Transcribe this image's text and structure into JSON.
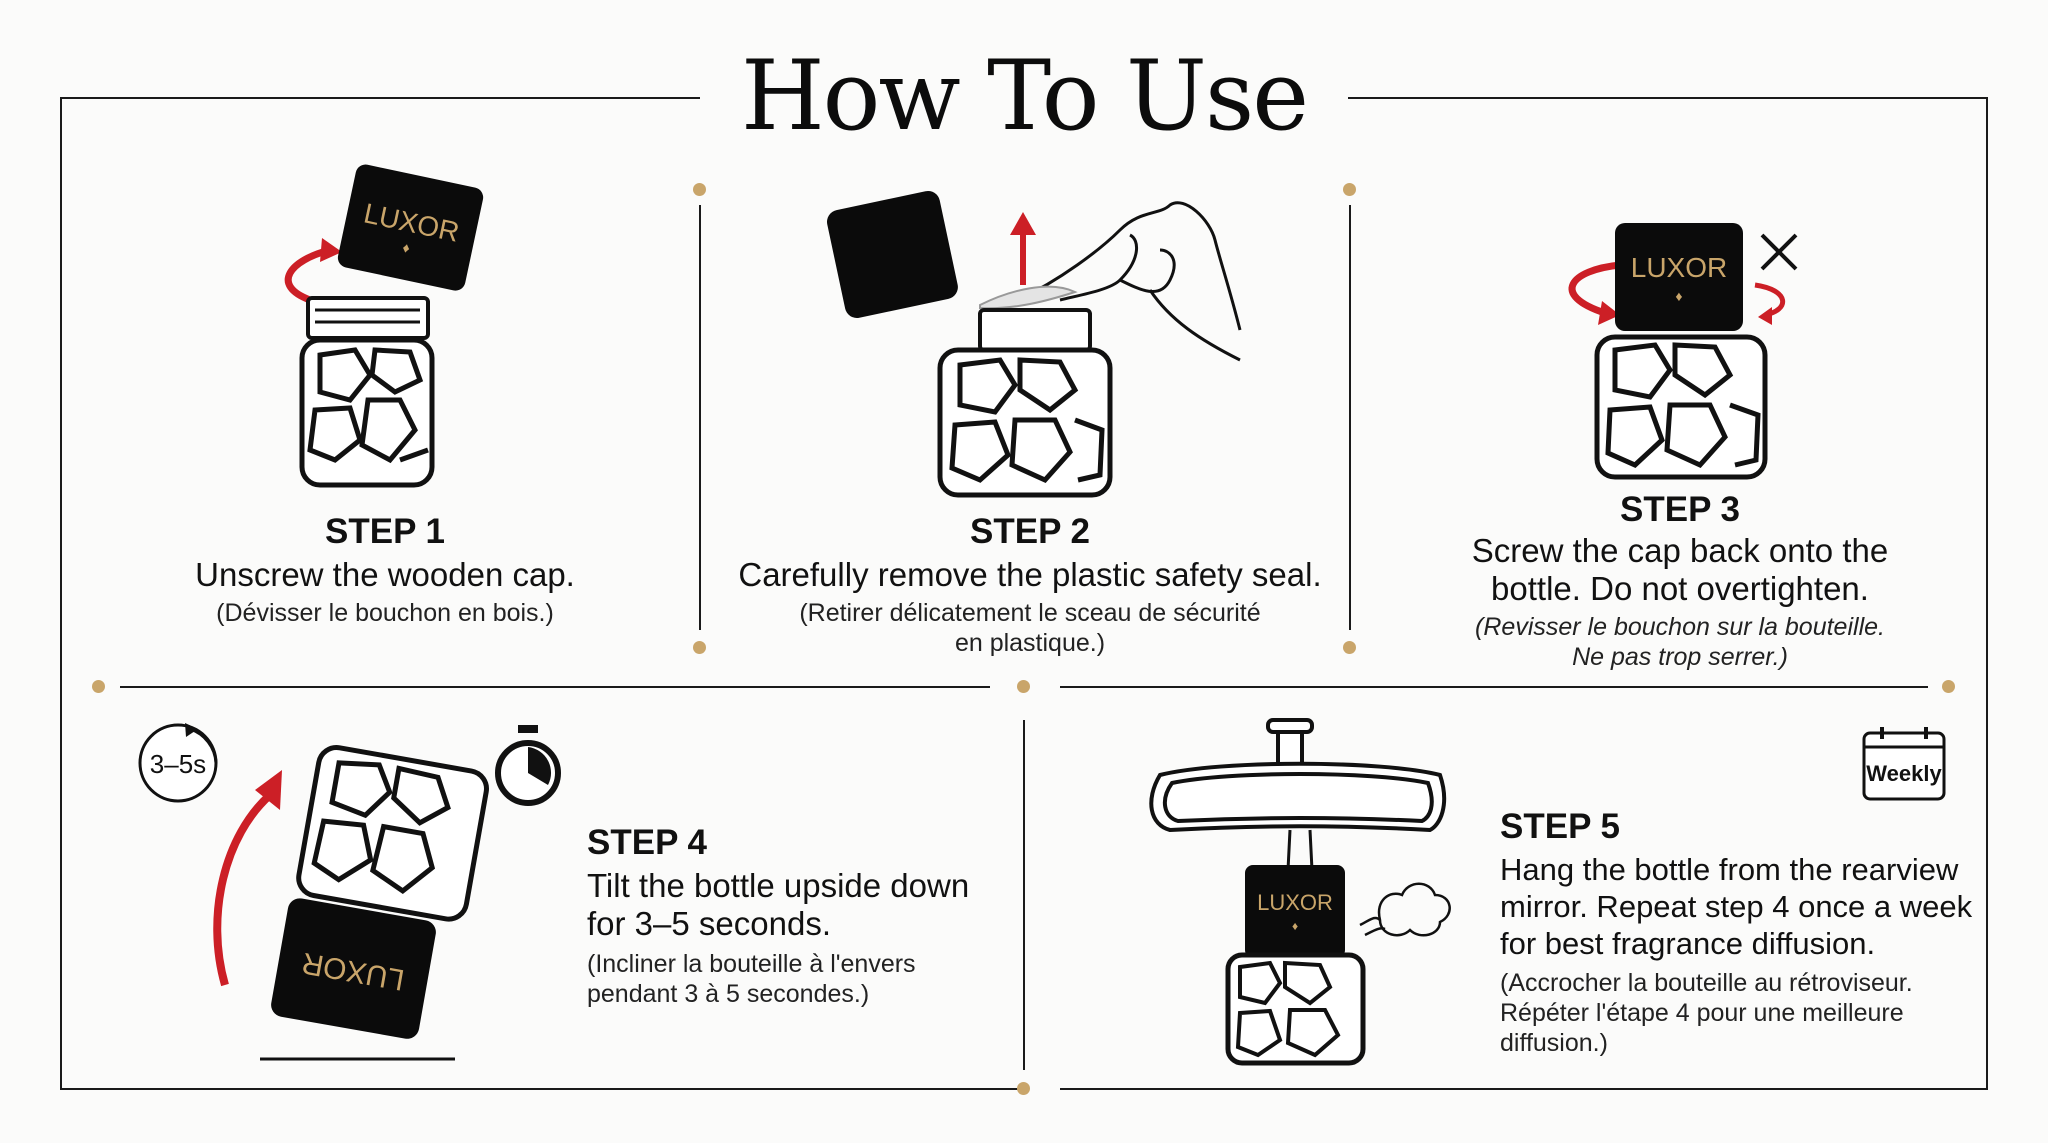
{
  "title": "How To Use",
  "colors": {
    "accent_gold": "#c9a56a",
    "arrow_red": "#cc1f26",
    "cap_black": "#0b0b0b",
    "line": "#1a1a1a"
  },
  "brand": "LUXOR",
  "steps": [
    {
      "label": "STEP 1",
      "text_en": "Unscrew the wooden cap.",
      "text_fr": "(Dévisser le bouchon en bois.)"
    },
    {
      "label": "STEP 2",
      "text_en": "Carefully remove the plastic safety seal.",
      "text_fr_1": "(Retirer délicatement le sceau de sécurité",
      "text_fr_2": "en plastique.)"
    },
    {
      "label": "STEP 3",
      "text_en_1": "Screw the cap back onto the",
      "text_en_2": "bottle. Do not overtighten.",
      "text_fr_1": "(Revisser le bouchon sur la bouteille.",
      "text_fr_2": "Ne pas trop serrer.)"
    },
    {
      "label": "STEP 4",
      "text_en_1": "Tilt the bottle upside down",
      "text_en_2": "for 3–5 seconds.",
      "text_fr_1": "(Incliner la bouteille à l'envers",
      "text_fr_2": "pendant 3 à 5 secondes.)",
      "timer_badge": "3–5s"
    },
    {
      "label": "STEP 5",
      "text_en_1": "Hang the bottle from the rearview",
      "text_en_2": "mirror. Repeat step 4 once a week",
      "text_en_3": "for best fragrance diffusion.",
      "text_fr_1": "(Accrocher la bouteille au rétroviseur.",
      "text_fr_2": "Répéter l'étape 4 pour une meilleure",
      "text_fr_3": "diffusion.)",
      "calendar_badge": "Weekly"
    }
  ],
  "icons": [
    "rotate-arrow-icon",
    "up-arrow-icon",
    "hand-icon",
    "x-mark-icon",
    "timer-icon",
    "stopwatch-icon",
    "calendar-icon",
    "scent-puff-icon",
    "rearview-mirror-icon"
  ]
}
